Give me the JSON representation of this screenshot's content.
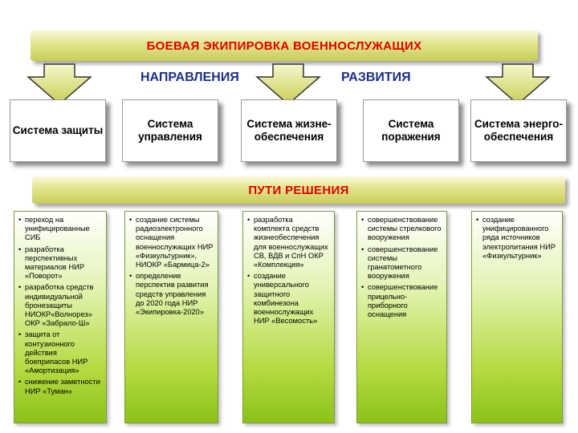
{
  "header": {
    "title": "БОЕВАЯ ЭКИПИРОВКА ВОЕННОСЛУЖАЩИХ"
  },
  "directions": {
    "left": "НАПРАВЛЕНИЯ",
    "right": "РАЗВИТИЯ"
  },
  "systems": [
    "Система защиты",
    "Система управления",
    "Система жизне-обеспечения",
    "Система поражения",
    "Система энерго-обеспечения"
  ],
  "solutions_title": "ПУТИ РЕШЕНИЯ",
  "solutions": [
    [
      "переход на унифицированные СИБ",
      "разработка перспективных материалов НИР «Поворот»",
      "разработка средств индивидуальной бронезащиты НИОКР«Волнорез» ОКР «Забрало-Ш»",
      "защита от контузионного действия боеприпасов НИР «Амортизация»",
      "снижение заметности НИР «Туман»"
    ],
    [
      "создание системы радиоэлектронного оснащения военнослужащих НИР «Физкультурник», НИОКР «Бармица-2»",
      "определение перспектив развития средств управления до 2020 года НИР «Экипировка-2020»"
    ],
    [
      "разработка комплекта средств жизнеобеспечения для военнослужащих СВ, ВДВ и СпН ОКР «Комплекция»",
      "создание универсального защитного комбинезона военнослужащих НИР «Весомость»"
    ],
    [
      "совершенствование системы стрелкового вооружения",
      "совершенствование системы гранатометного вооружения",
      "совершенствование прицельно-приборного оснащения"
    ],
    [
      "создание унифицированного ряда источников электропитания НИР «Физкультурник»"
    ]
  ],
  "colors": {
    "banner_text": "#e00000",
    "direction_text": "#1a2f8a",
    "arrow_fill": "#d6dc6a"
  }
}
